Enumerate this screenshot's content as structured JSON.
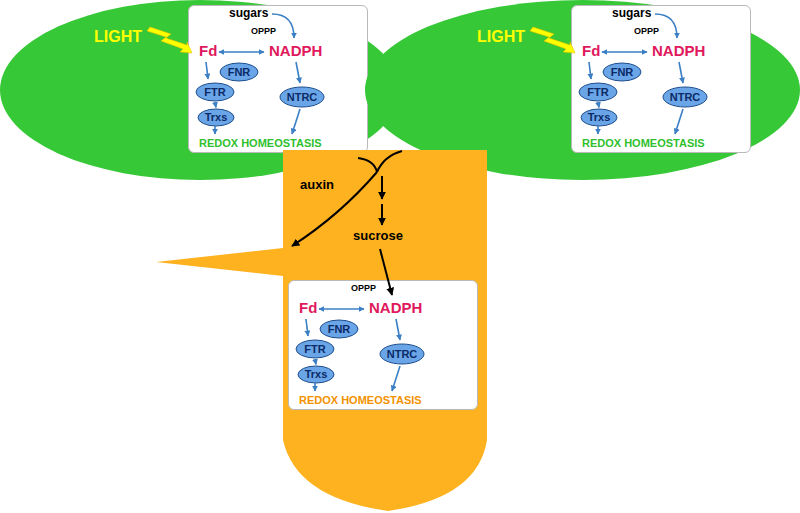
{
  "diagram": {
    "nodes": [
      {
        "text": [
          "LIGHT"
        ]
      },
      {
        "text": [
          "sugars",
          "OPPP",
          "Fd",
          "NADPH",
          "REDOX HOMEOSTASIS"
        ],
        "in": 0
      },
      {
        "text": [
          "FNR"
        ],
        "in": 1
      },
      {
        "text": [
          "FTR"
        ],
        "in": 1
      },
      {
        "text": [
          "Trxs"
        ],
        "in": 1
      },
      {
        "text": [
          "NTRC"
        ],
        "in": 1
      },
      {
        "text": [
          "LIGHT"
        ]
      },
      {
        "text": [
          "sugars",
          "OPPP",
          "Fd",
          "NADPH",
          "REDOX HOMEOSTASIS"
        ],
        "in": 6
      },
      {
        "text": [
          "FNR"
        ],
        "in": 7
      },
      {
        "text": [
          "FTR"
        ],
        "in": 7
      },
      {
        "text": [
          "Trxs"
        ],
        "in": 7
      },
      {
        "text": [
          "NTRC"
        ],
        "in": 7
      },
      {
        "text": [
          "auxin",
          "sucrose"
        ]
      },
      {
        "text": [
          "OPPP",
          "Fd",
          "NADPH",
          "REDOX HOMEOSTASIS"
        ],
        "in": 12
      },
      {
        "text": [
          "FNR"
        ],
        "in": 13
      },
      {
        "text": [
          "FTR"
        ],
        "in": 13
      },
      {
        "text": [
          "Trxs"
        ],
        "in": 13
      },
      {
        "text": [
          "NTRC"
        ],
        "in": 13
      }
    ],
    "edges": [
      {
        "from": 3,
        "to": 4,
        "arrow": "to"
      },
      {
        "from": 9,
        "to": 10,
        "arrow": "to"
      },
      {
        "from": 15,
        "to": 16,
        "arrow": "to"
      }
    ]
  }
}
